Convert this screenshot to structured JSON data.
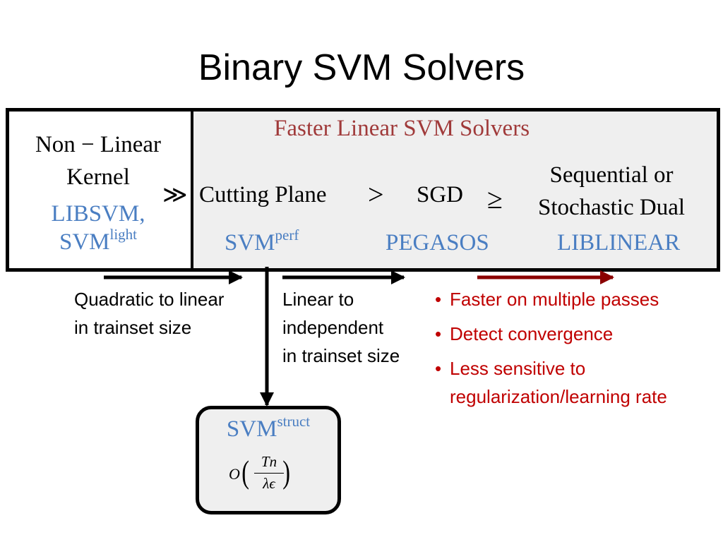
{
  "title": "Binary SVM Solvers",
  "kernel_section": {
    "heading_line1": "Non − Linear",
    "heading_line2": "Kernel",
    "tools_line1": "LIBSVM,",
    "tools_line2_base": "SVM",
    "tools_line2_sup": "light"
  },
  "linear_section": {
    "heading": "Faster Linear SVM Solvers",
    "much_greater_symbol": "≫",
    "cutting_plane": "Cutting Plane",
    "greater_symbol": ">",
    "sgd": "SGD",
    "geq_symbol": "≥",
    "sequential_line1": "Sequential or",
    "sequential_line2": "Stochastic Dual",
    "tool_perf_base": "SVM",
    "tool_perf_sup": "perf",
    "tool_pegasos": "PEGASOS",
    "tool_liblinear": "LIBLINEAR"
  },
  "notes": {
    "quadratic_line1": "Quadratic to linear",
    "quadratic_line2": "in trainset size",
    "linear_line1": "Linear to",
    "linear_line2": "independent",
    "linear_line3": "in trainset size"
  },
  "benefits": [
    {
      "bullet": "•",
      "line1": "Faster on multiple passes",
      "line2": ""
    },
    {
      "bullet": "•",
      "line1": "Detect convergence",
      "line2": ""
    },
    {
      "bullet": "•",
      "line1": "Less sensitive to",
      "line2": "regularization/learning rate"
    }
  ],
  "struct_box": {
    "name_base": "SVM",
    "name_sup": "struct",
    "big_o": "O",
    "numerator": "Tn",
    "denominator": "λϵ",
    "left_paren": "(",
    "right_paren": ")"
  },
  "colors": {
    "blue_tools": "#4a7ec2",
    "heading_dark_red": "#a03a3a",
    "benefit_red": "#c00000",
    "red_arrow": "#8b0000",
    "box_fill": "#efefef"
  }
}
